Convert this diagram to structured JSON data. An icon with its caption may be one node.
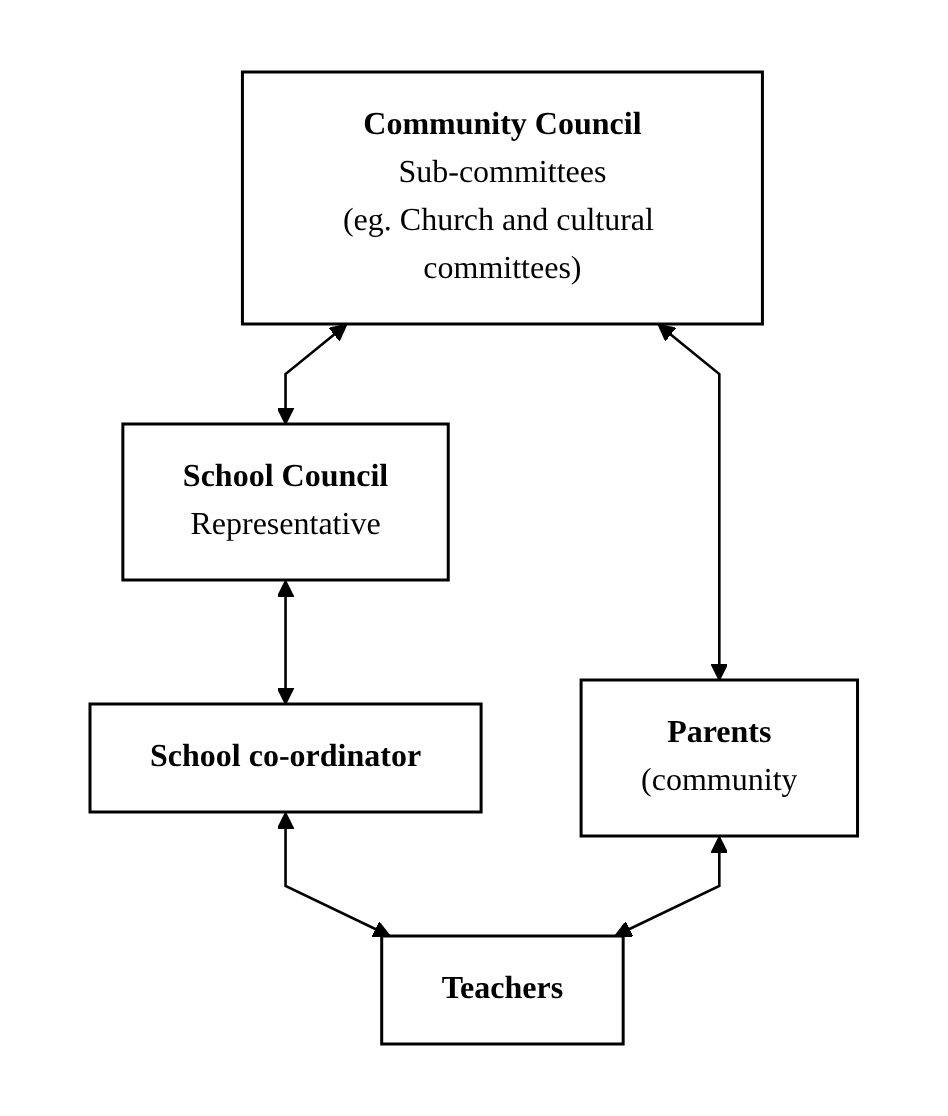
{
  "diagram": {
    "nodes": [
      {
        "text": [
          "Community Council",
          "Sub-committees",
          "(eg. Church and cultural committees)"
        ]
      },
      {
        "text": [
          "School Council",
          "Representative"
        ]
      },
      {
        "text": [
          "Parents",
          "(community"
        ]
      },
      {
        "text": [
          "School co-ordinator"
        ]
      },
      {
        "text": [
          "Teachers"
        ]
      }
    ],
    "edges": [
      {
        "from": 0,
        "to": 1,
        "arrow": "both"
      },
      {
        "from": 0,
        "to": 2,
        "arrow": "both"
      },
      {
        "from": 1,
        "to": 3,
        "arrow": "both"
      },
      {
        "from": 3,
        "to": 4,
        "arrow": "both"
      },
      {
        "from": 2,
        "to": 4,
        "arrow": "both"
      }
    ]
  }
}
